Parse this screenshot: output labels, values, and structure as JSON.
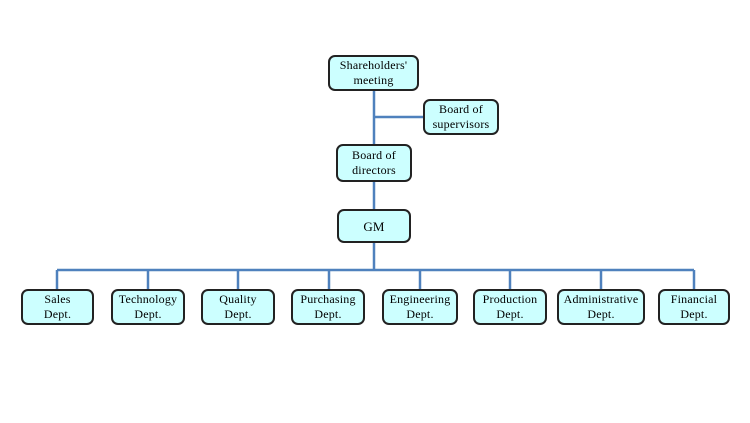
{
  "colors": {
    "box_fill": "#ccffff",
    "box_border": "#222222",
    "connector": "#4f81bd",
    "text": "#000000"
  },
  "org_chart": {
    "shareholders": {
      "line1": "Shareholders'",
      "line2": "meeting"
    },
    "supervisors": {
      "line1": "Board of",
      "line2": "supervisors"
    },
    "directors": {
      "line1": "Board of",
      "line2": "directors"
    },
    "gm": {
      "label": "GM"
    },
    "departments": [
      {
        "line1": "Sales",
        "line2": "Dept."
      },
      {
        "line1": "Technology",
        "line2": "Dept."
      },
      {
        "line1": "Quality",
        "line2": "Dept."
      },
      {
        "line1": "Purchasing",
        "line2": "Dept."
      },
      {
        "line1": "Engineering",
        "line2": "Dept."
      },
      {
        "line1": "Production",
        "line2": "Dept."
      },
      {
        "line1": "Administrative",
        "line2": "Dept."
      },
      {
        "line1": "Financial",
        "line2": "Dept."
      }
    ]
  }
}
